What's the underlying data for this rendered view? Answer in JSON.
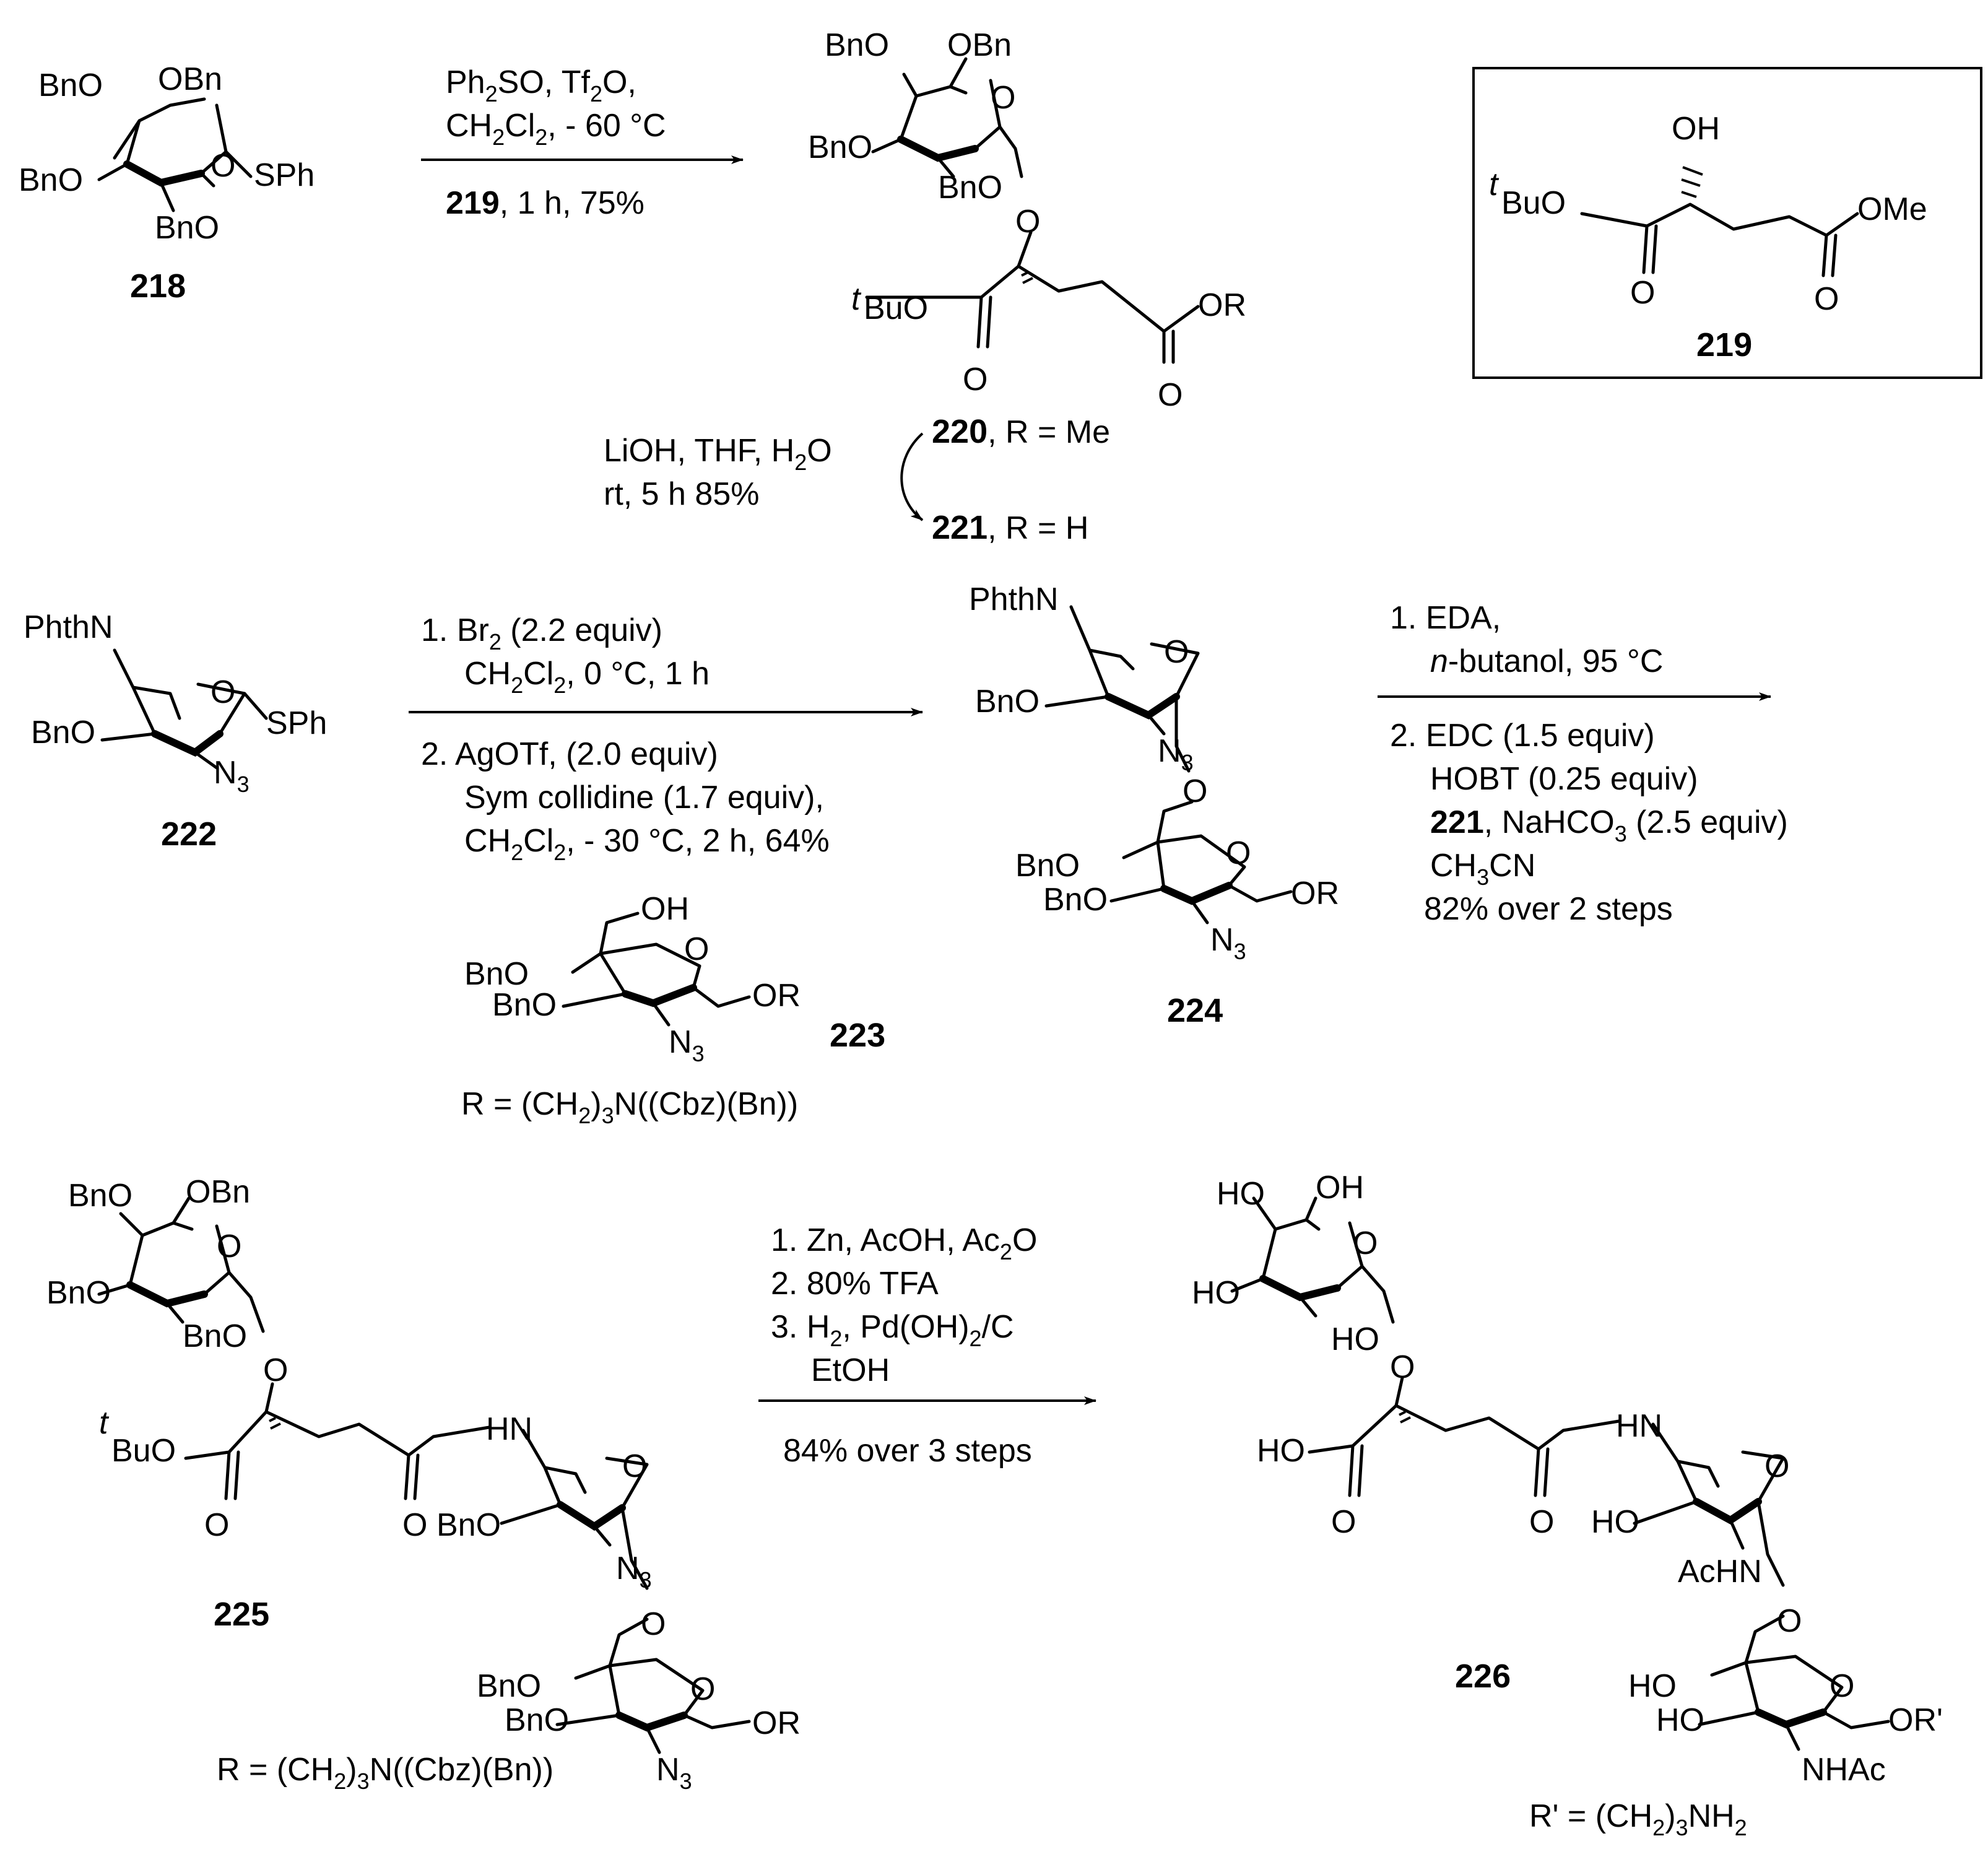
{
  "colors": {
    "ink": "#000000",
    "background": "#ffffff"
  },
  "labels": {
    "c218": {
      "bno_a": "BnO",
      "obn": "OBn",
      "bno_b": "BnO",
      "bno_c": "BnO",
      "ring_o": "O",
      "sph": "SPh",
      "number": "218"
    },
    "c220": {
      "bno_a": "BnO",
      "obn": "OBn",
      "bno_b": "BnO",
      "bno_c": "BnO",
      "ring_o": "O",
      "link_o": "O",
      "tbu": "t",
      "tbu_rest": "BuO",
      "co_o1": "O",
      "co_o2": "O",
      "or": "OR",
      "number": "220",
      "r_note": ", R = Me"
    },
    "c221": {
      "number": "221",
      "r_note": ", R = H"
    },
    "c219": {
      "oh": "OH",
      "tbu": "t",
      "tbu_rest": "BuO",
      "ome": "OMe",
      "co_o1": "O",
      "co_o2": "O",
      "number": "219"
    },
    "c222": {
      "phthn": "PhthN",
      "bno": "BnO",
      "ring_o": "O",
      "sph": "SPh",
      "n3": "N",
      "n3_sub": "3",
      "number": "222"
    },
    "c223": {
      "oh": "OH",
      "bno_a": "BnO",
      "bno_b": "BnO",
      "ring_o": "O",
      "or": "OR",
      "n3": "N",
      "n3_sub": "3",
      "number": "223",
      "r_def_1": "R = (CH",
      "r_def_sub": "2",
      "r_def_2": ")",
      "r_def_sub2": "3",
      "r_def_3": "N((Cbz)(Bn))"
    },
    "c224": {
      "phthn": "PhthN",
      "bno": "BnO",
      "ring_o": "O",
      "n3": "N",
      "n3_sub": "3",
      "link_o": "O",
      "bno_a": "BnO",
      "bno_b": "BnO",
      "ring_o2": "O",
      "or": "OR",
      "n3b": "N",
      "n3b_sub": "3",
      "number": "224"
    },
    "c225": {
      "bno_a": "BnO",
      "obn": "OBn",
      "bno_b": "BnO",
      "bno_c": "BnO",
      "ring_o": "O",
      "link_o": "O",
      "tbu": "t",
      "tbu_rest": "BuO",
      "co_o1": "O",
      "co_o2": "O",
      "hn": "HN",
      "bno_d": "BnO",
      "ring_o2": "O",
      "n3": "N",
      "n3_sub": "3",
      "link_o2": "O",
      "bno_e": "BnO",
      "bno_f": "BnO",
      "ring_o3": "O",
      "or": "OR",
      "n3b": "N",
      "n3b_sub": "3",
      "number": "225",
      "r_def_1": "R = (CH",
      "r_def_sub": "2",
      "r_def_2": ")",
      "r_def_sub2": "3",
      "r_def_3": "N((Cbz)(Bn))"
    },
    "c226": {
      "ho_a": "HO",
      "oh": "OH",
      "ho_b": "HO",
      "ho_c": "HO",
      "ring_o": "O",
      "link_o": "O",
      "ho_acid": "HO",
      "co_o1": "O",
      "co_o2": "O",
      "hn": "HN",
      "ho_d": "HO",
      "ring_o2": "O",
      "achn": "AcHN",
      "link_o2": "O",
      "ho_e": "HO",
      "ho_f": "HO",
      "ring_o3": "O",
      "or": "OR'",
      "nhac": "NHAc",
      "number": "226",
      "r_def_1": "R' = (CH",
      "r_def_sub": "2",
      "r_def_2": ")",
      "r_def_sub2": "3",
      "r_def_3": "NH",
      "r_def_sub3": "2"
    }
  },
  "conditions": {
    "step1": {
      "line1_a": "Ph",
      "line1_sub1": "2",
      "line1_b": "SO, Tf",
      "line1_sub2": "2",
      "line1_c": "O,",
      "line2_a": "CH",
      "line2_sub1": "2",
      "line2_b": "Cl",
      "line2_sub2": "2",
      "line2_c": ", - 60 °C",
      "below_bold": "219",
      "below_rest": ", 1  h, 75%"
    },
    "step2": {
      "line1_a": "LiOH, THF, H",
      "line1_sub": "2",
      "line1_b": "O",
      "line2": "rt, 5 h 85%"
    },
    "step3": {
      "line1_a": "1. Br",
      "line1_sub": "2",
      "line1_b": " (2.2 equiv)",
      "line2_a": "CH",
      "line2_sub1": "2",
      "line2_b": "Cl",
      "line2_sub2": "2",
      "line2_c": ", 0 °C, 1 h",
      "line3": "2. AgOTf, (2.0 equiv)",
      "line4": "Sym collidine (1.7 equiv),",
      "line5_a": "CH",
      "line5_sub1": "2",
      "line5_b": "Cl",
      "line5_sub2": "2",
      "line5_c": ", - 30 °C, 2 h, 64%"
    },
    "step4": {
      "line1": "1. EDA,",
      "line2_it": "n",
      "line2_rest": "-butanol, 95 °C",
      "line3": "2. EDC (1.5 equiv)",
      "line4": "HOBT (0.25 equiv)",
      "line5_bold": "221",
      "line5_a": ", NaHCO",
      "line5_sub": "3",
      "line5_b": " (2.5 equiv)",
      "line6_a": "CH",
      "line6_sub": "3",
      "line6_b": "CN",
      "line7": "82% over 2 steps"
    },
    "step5": {
      "line1_a": "1. Zn, AcOH, Ac",
      "line1_sub": "2",
      "line1_b": "O",
      "line2": "2. 80% TFA",
      "line3_a": "3. H",
      "line3_sub1": "2",
      "line3_b": ", Pd(OH)",
      "line3_sub2": "2",
      "line3_c": "/C",
      "line4": "EtOH",
      "below": "84% over 3 steps"
    }
  }
}
